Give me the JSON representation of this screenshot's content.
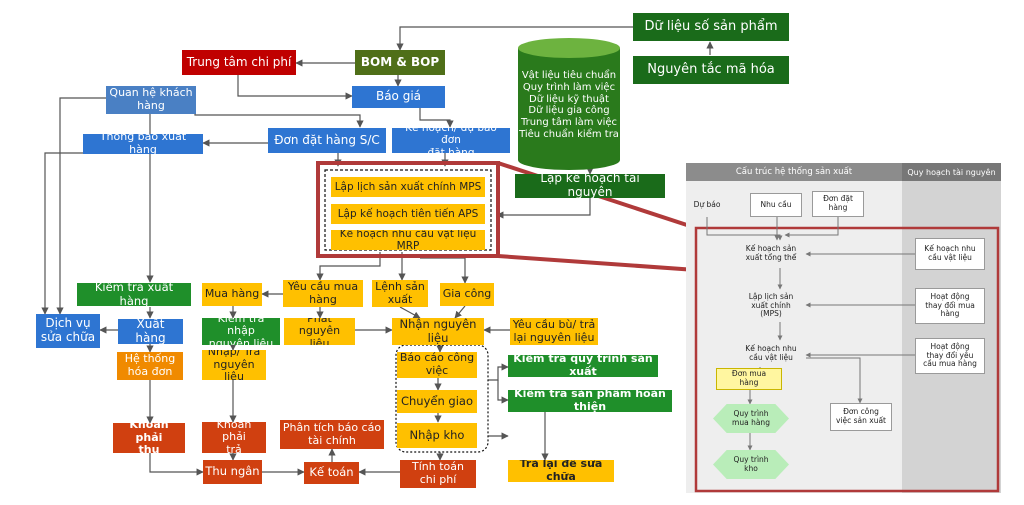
{
  "nodes": {
    "du_lieu_so_san_pham": "Dữ liệu số sản phẩm",
    "nguyen_tac_ma_hoa": "Nguyên tắc mã hóa",
    "bom_bop": "BOM & BOP",
    "trung_tam_chi_phi": "Trung tâm chi phí",
    "quan_he_khach_hang": "Quan hệ khách\nhàng",
    "bao_gia": "Báo giá",
    "thong_bao_xuat_hang": "Thông báo xuất hàng",
    "don_dat_hang": "Đơn đặt hàng S/C",
    "ke_hoach_du_bao": "Kế hoạch/ dự báo đơn\nđặt hàng",
    "mps": "Lập lịch sản xuất chính MPS",
    "aps": "Lập kế hoạch tiên tiến APS",
    "mrp": "Kế hoạch nhu cầu vật liệu MRP",
    "lap_ke_hoach_tai_nguyen": "Lập kế hoạch tài nguyên",
    "kiem_tra_xuat_hang": "Kiểm tra xuất hàng",
    "mua_hang": "Mua hàng",
    "yeu_cau_mua_hang": "Yêu cầu mua\nhàng",
    "lenh_san_xuat": "Lệnh sản\nxuất",
    "gia_cong": "Gia công",
    "dich_vu_sua_chua": "Dịch vụ\nsửa chữa",
    "xuat_hang": "Xuất hàng",
    "kiem_tra_nhap_nguyen_lieu": "Kiểm tra nhập\nnguyên liệu",
    "phat_nguyen_lieu": "Phát nguyên\nliệu",
    "nhan_nguyen_lieu": "Nhận nguyên\nliệu",
    "yeu_cau_bu_tra": "Yêu cầu bù/ trả\nlại nguyên liệu",
    "he_thong_hoa_don": "Hệ thống\nhóa đơn",
    "nhap_tra_nguyen_lieu": "Nhập/ Trả\nnguyên liệu",
    "bao_cao_cong_viec": "Báo cáo công\nviệc",
    "kiem_tra_quy_trinh": "Kiểm tra quy trình sản xuất",
    "chuyen_giao": "Chuyển giao",
    "kiem_tra_san_pham": "Kiểm tra sản phẩm hoàn thiện",
    "nhap_kho": "Nhập kho",
    "khoan_phai_thu": "Khoản phải\nthu",
    "khoan_phai_tra": "Khoản phải\ntrả",
    "phan_tich_bao_cao": "Phân tích báo cáo\ntài chính",
    "tra_lai_sua_chua": "Trả lại để sửa chữa",
    "thu_ngan": "Thu ngân",
    "ke_toan": "Kế toán",
    "tinh_toan_chi_phi": "Tính toán\nchi phí"
  },
  "database_items": [
    "Vật liệu tiêu chuẩn",
    "Quy trình làm việc",
    "Dữ liệu kỹ thuật",
    "Dữ liệu gia công",
    "Trung tâm làm việc",
    "Tiêu chuẩn kiểm tra"
  ],
  "panel": {
    "header_left": "Cấu trúc hệ thống sản xuất",
    "header_right": "Quy hoạch tài nguyên",
    "du_bao": "Dự báo",
    "nhu_cau": "Nhu cầu",
    "don_dat_hang": "Đơn đặt\nhàng",
    "ke_hoach_san_xuat_tong_the": "Kế hoạch sản\nxuất tổng thể",
    "ke_hoach_nhu_cau_vat_lieu_r": "Kế hoạch nhu\ncầu vật liệu",
    "lap_lich_mps": "Lập lịch sản\nxuất chính\n(MPS)",
    "hoat_dong_thay_doi_mua_hang": "Hoạt động\nthay đổi mua\nhàng",
    "ke_hoach_nhu_cau_vat_lieu": "Kế hoạch nhu\ncầu vật liệu",
    "hoat_dong_thay_doi_yeu_cau": "Hoạt động\nthay đổi yêu\ncầu mua hàng",
    "don_mua_hang": "Đơn mua\nhàng",
    "quy_trinh_mua_hang": "Quy trình\nmua hàng",
    "don_cong_viec": "Đơn công\nviệc sản xuất",
    "quy_trinh_kho": "Quy trình\nkho"
  },
  "colors": {
    "green": "#1f8f2a",
    "red": "#c00000",
    "blue": "#2e75d2",
    "orange": "#f08a00",
    "burnt_orange": "#d04010",
    "yellow": "#ffc000",
    "highlight_border": "#b03a3a",
    "arrow": "#555555"
  }
}
